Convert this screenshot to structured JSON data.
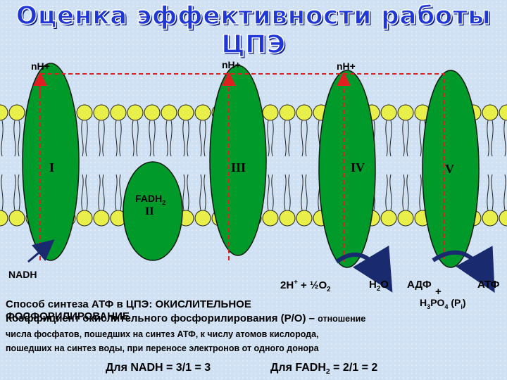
{
  "title": "Оценка эффективности работы ЦПЭ",
  "protons": [
    "nH+",
    "nH+",
    "nH+"
  ],
  "complexes": {
    "I": "I",
    "II": "II",
    "III": "III",
    "IV": "IV",
    "V": "V",
    "fadh2_prefix": "FADH",
    "fadh2_sub": "2"
  },
  "substrates": {
    "nadh": "NADH",
    "water_reaction_a": "2H",
    "water_reaction_sup": "+",
    "water_reaction_b": " + ½O",
    "water_reaction_sub": "2",
    "water_prefix": "H",
    "water_sub": "2",
    "water_suffix": "O",
    "adp": "АДФ",
    "plus": "+",
    "phosphate_a": "H",
    "phosphate_sub1": "3",
    "phosphate_b": "PO",
    "phosphate_sub2": "4",
    "phosphate_c": " (P",
    "phosphate_sub3": "i",
    "phosphate_d": ")",
    "atp": "АТФ"
  },
  "text": {
    "method_line": "Способ синтеза АТФ в ЦПЭ: ОКИСЛИТЕЛЬНОЕ",
    "method_line2": "ФОСФОРИЛИРОВАНИЕ",
    "coef_line_a": "Коэффициент окислительного фосфорилирования (P/O) – ",
    "coef_line_b": "отношение",
    "line3": "числа фосфатов, пошедших на синтез АТФ, к числу атомов кислорода,",
    "line4": "пошедших на синтез воды, при переносе электронов от одного донора",
    "nadh_ratio": "Для NADH = 3/1 = 3",
    "fadh_ratio_a": "Для FADH",
    "fadh_ratio_sub": "2",
    "fadh_ratio_b": " = 2/1 = 2"
  },
  "colors": {
    "protein": "#009a2a",
    "arrow_red": "#e02020",
    "arrow_navy": "#1a2a6e",
    "title_blue": "#1f37d6"
  }
}
